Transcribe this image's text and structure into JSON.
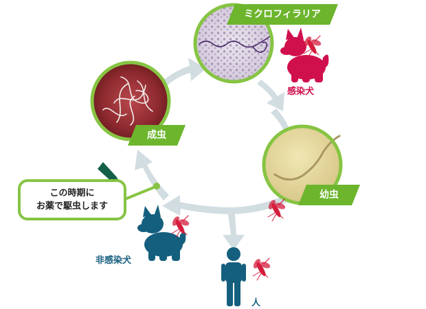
{
  "stages": {
    "microfilaria": "ミクロフィラリア",
    "adult_worm": "成虫",
    "larva": "幼虫"
  },
  "hosts": {
    "infected_dog": "感染犬",
    "uninfected_dog": "非感染犬",
    "human": "人"
  },
  "callout": {
    "line1": "この時期に",
    "line2": "お薬で駆虫します"
  },
  "colors": {
    "stage_green": "#6cb52d",
    "ring_green": "#86c443",
    "cycle_arrow": "#d2dde2",
    "infected_red": "#d0104c",
    "uninfected_teal": "#155f7e",
    "mosquito": "#d51c3c"
  }
}
